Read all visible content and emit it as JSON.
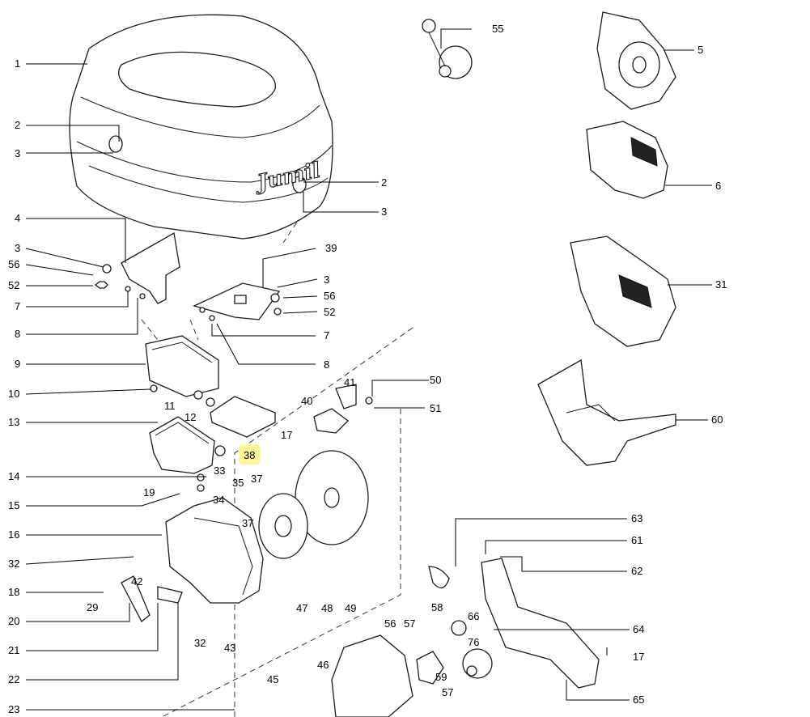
{
  "brand_mark": "Jumil",
  "highlighted_callout": "38",
  "callouts": [
    "1",
    "2",
    "3",
    "2",
    "3",
    "4",
    "3",
    "56",
    "52",
    "7",
    "8",
    "9",
    "10",
    "11",
    "12",
    "13",
    "14",
    "15",
    "16",
    "32",
    "18",
    "29",
    "20",
    "21",
    "22",
    "23",
    "39",
    "3",
    "56",
    "52",
    "7",
    "8",
    "41",
    "50",
    "40",
    "51",
    "17",
    "38",
    "33",
    "19",
    "34",
    "35",
    "37",
    "37",
    "42",
    "32",
    "43",
    "47",
    "48",
    "49",
    "55",
    "5",
    "6",
    "31",
    "60",
    "63",
    "61",
    "62",
    "58",
    "66",
    "64",
    "17",
    "76",
    "56",
    "57",
    "46",
    "45",
    "59",
    "57",
    "65"
  ]
}
